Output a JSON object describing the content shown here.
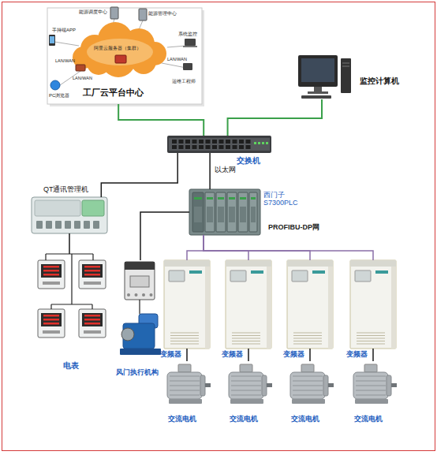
{
  "diagram": {
    "nodes": [
      {
        "text": [
          "工厂云平台中心"
        ]
      },
      {
        "text": [
          "监控计算机"
        ]
      },
      {
        "text": [
          "交换机"
        ]
      },
      {
        "text": [
          "西门子 S7300PLC"
        ]
      },
      {
        "text": [
          "QT通讯管理机"
        ]
      },
      {
        "text": [
          "电表"
        ]
      },
      {
        "text": [
          "风门执行机构"
        ]
      },
      {
        "text": [
          "变频器"
        ]
      },
      {
        "text": [
          "变频器"
        ]
      },
      {
        "text": [
          "变频器"
        ]
      },
      {
        "text": [
          "变频器"
        ]
      },
      {
        "text": [
          "交流电机"
        ]
      },
      {
        "text": [
          "交流电机"
        ]
      },
      {
        "text": [
          "交流电机"
        ]
      },
      {
        "text": [
          "交流电机"
        ]
      }
    ],
    "edges": [
      {
        "from": 0,
        "to": 2,
        "arrow": "none"
      },
      {
        "from": 1,
        "to": 2,
        "arrow": "none"
      },
      {
        "from": 2,
        "to": 3,
        "label": "以太网",
        "arrow": "none"
      },
      {
        "from": 2,
        "to": 4,
        "arrow": "none"
      },
      {
        "from": 3,
        "to": 6,
        "arrow": "none"
      },
      {
        "from": 3,
        "to": 7,
        "arrow": "none"
      },
      {
        "from": 3,
        "to": 8,
        "arrow": "none"
      },
      {
        "from": 3,
        "to": 9,
        "arrow": "none"
      },
      {
        "from": 3,
        "to": 10,
        "arrow": "none"
      },
      {
        "from": 4,
        "to": 5,
        "arrow": "none"
      },
      {
        "from": 7,
        "to": 11,
        "arrow": "none"
      },
      {
        "from": 8,
        "to": 12,
        "arrow": "none"
      },
      {
        "from": 9,
        "to": 13,
        "arrow": "none"
      },
      {
        "from": 10,
        "to": 14,
        "arrow": "none"
      }
    ],
    "labels": [
      "能源调度中心",
      "能源管理中心",
      "手持端APP",
      "系统监控",
      "LAN/WAN",
      "阿里云服务器（集群）",
      "LAN/WAN",
      "LAN/WAN",
      "运维工程师",
      "PC浏览器",
      "PROFIBU-DP网"
    ]
  }
}
